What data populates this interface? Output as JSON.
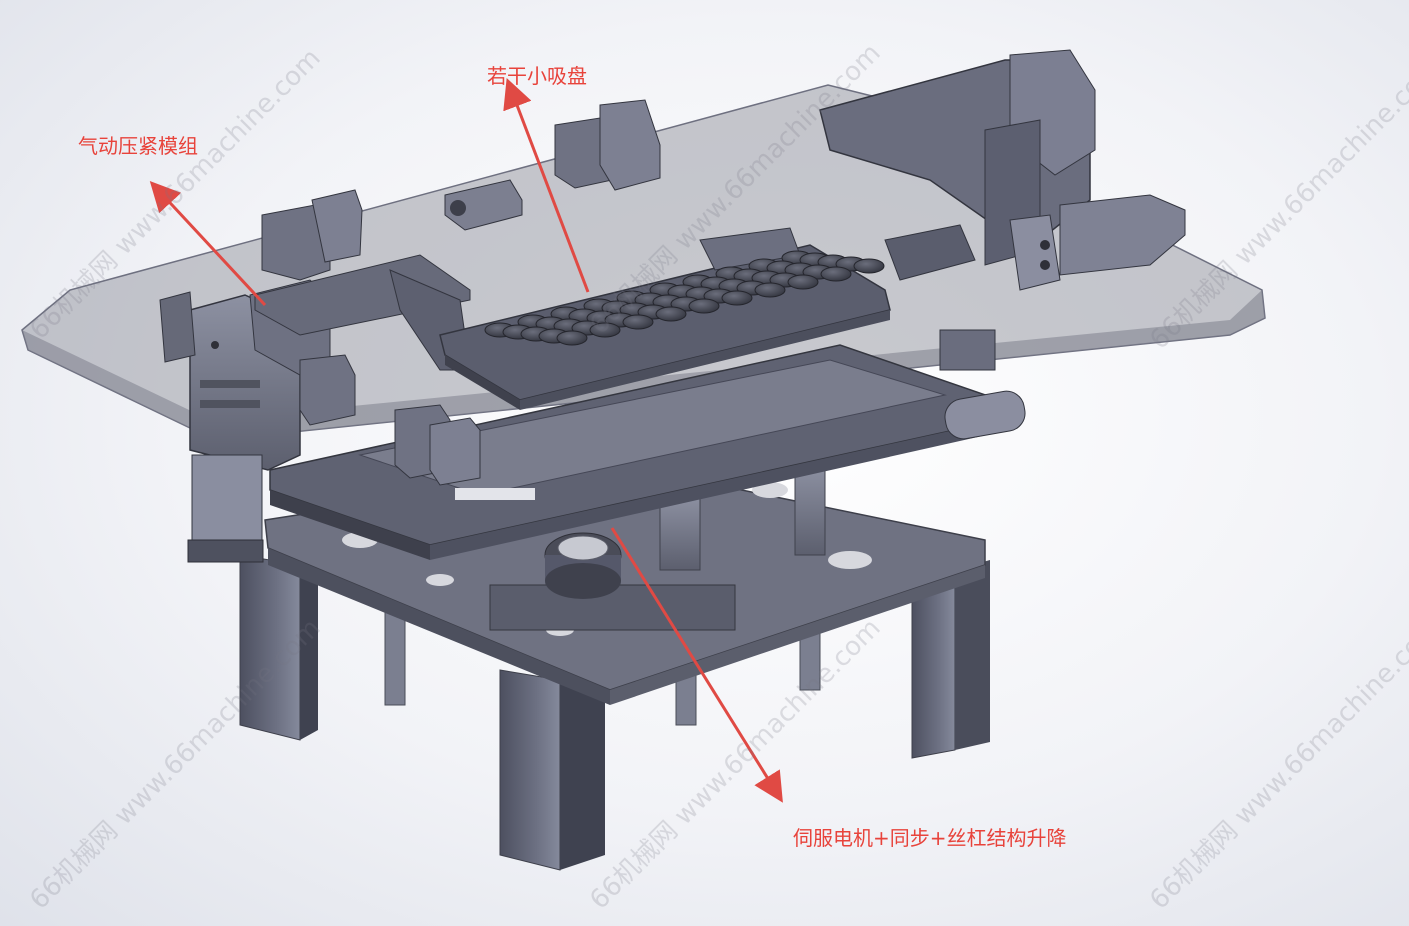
{
  "annotations": {
    "pneumatic_clamp": "气动压紧模组",
    "suction_cups": "若干小吸盘",
    "servo_lift": "伺服电机+同步+丝杠结构升降"
  },
  "watermark": "66机械网 www.66machine.com",
  "colors": {
    "callout_text": "#e8433b",
    "arrow": "#e04a44",
    "steel": "#6a6d7d",
    "steel_dark": "#4b4e5c",
    "steel_light": "#8e92a3",
    "glass": "#9a9ca6"
  }
}
